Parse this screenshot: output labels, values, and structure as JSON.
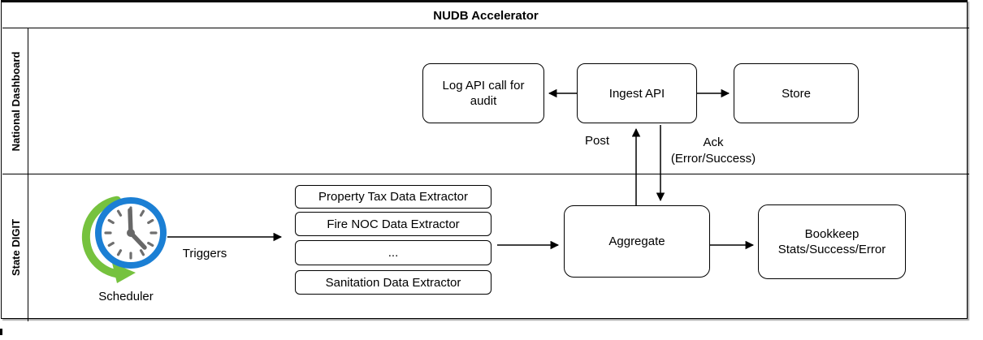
{
  "diagram": {
    "title": "NUDB Accelerator",
    "lanes": {
      "top": "National Dashboard",
      "bottom": "State DIGIT"
    }
  },
  "national_lane": {
    "log_audit": {
      "line1": "Log API call for",
      "line2": "audit"
    },
    "ingest": "Ingest API",
    "store": "Store"
  },
  "connectors": {
    "post": "Post",
    "ack": "Ack",
    "ack_detail": "(Error/Success)",
    "triggers": "Triggers"
  },
  "state_lane": {
    "scheduler": "Scheduler",
    "extractors": [
      "Property Tax Data Extractor",
      "Fire NOC Data Extractor",
      "...",
      "Sanitation Data Extractor"
    ],
    "aggregate": "Aggregate",
    "bookkeep": {
      "line1": "Bookkeep",
      "line2": "Stats/Success/Error"
    }
  },
  "icons": {
    "scheduler_clock": "clock-with-green-refresh-arrow"
  },
  "colors": {
    "stroke": "#000000",
    "clock_blue": "#1b7fd4",
    "arrow_green": "#76c23e",
    "clock_gray": "#6f6f6f",
    "background": "#ffffff"
  }
}
